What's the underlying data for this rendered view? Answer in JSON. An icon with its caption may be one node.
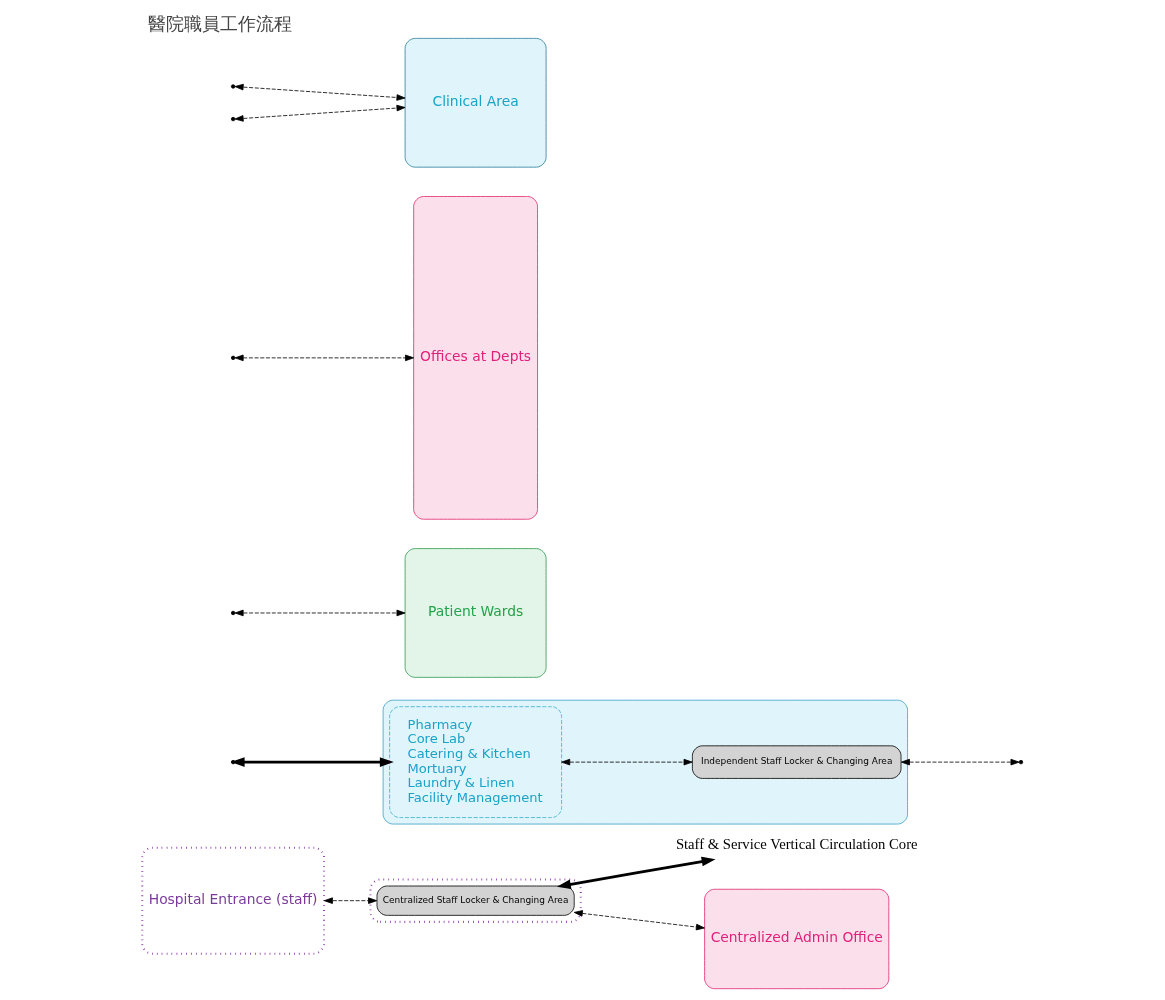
{
  "diagram": {
    "title": "醫院職員工作流程",
    "nodes": [
      {
        "text": [
          "Staff & Service Vertical Circulation Core"
        ]
      },
      {
        "text": [],
        "shape": "box"
      },
      {
        "text": [
          "Pharmacy",
          "Core Lab",
          "Catering & Kitchen",
          "Mortuary",
          "Laundry & Linen",
          "Facility Management"
        ],
        "in": 1
      },
      {
        "text": [
          "Independent Staff Locker & Changing Area"
        ],
        "in": 1
      },
      {
        "text": [
          "Patient Wards"
        ]
      },
      {
        "text": [
          "Offices at Depts"
        ]
      },
      {
        "text": [
          "Clinical Area"
        ]
      },
      {
        "text": [
          "Hospital Entrance (staff)"
        ]
      },
      {
        "text": [],
        "shape": "box"
      },
      {
        "text": [
          "Centralized Staff Locker & Changing Area"
        ],
        "in": 8
      },
      {
        "text": [
          "Centralized Admin Office"
        ]
      }
    ],
    "edges": [
      {
        "from": 9,
        "to": 0,
        "arrow": "both",
        "style": "thick"
      },
      {
        "from": null,
        "to": 4,
        "arrow": "both",
        "style": "dashed"
      },
      {
        "from": null,
        "to": 5,
        "arrow": "both",
        "style": "dashed"
      },
      {
        "from": null,
        "to": 2,
        "arrow": "both",
        "style": "thick"
      },
      {
        "from": null,
        "to": 6,
        "arrow": "both",
        "style": "dashed"
      },
      {
        "from": null,
        "to": 6,
        "arrow": "both",
        "style": "dashed"
      },
      {
        "from": 2,
        "to": 3,
        "arrow": "both",
        "style": "dashed"
      },
      {
        "from": 3,
        "to": null,
        "arrow": "both",
        "style": "dashed"
      },
      {
        "from": 7,
        "to": 9,
        "arrow": "both",
        "style": "dashed"
      },
      {
        "from": 9,
        "to": 10,
        "arrow": "both",
        "style": "dashed"
      }
    ]
  }
}
